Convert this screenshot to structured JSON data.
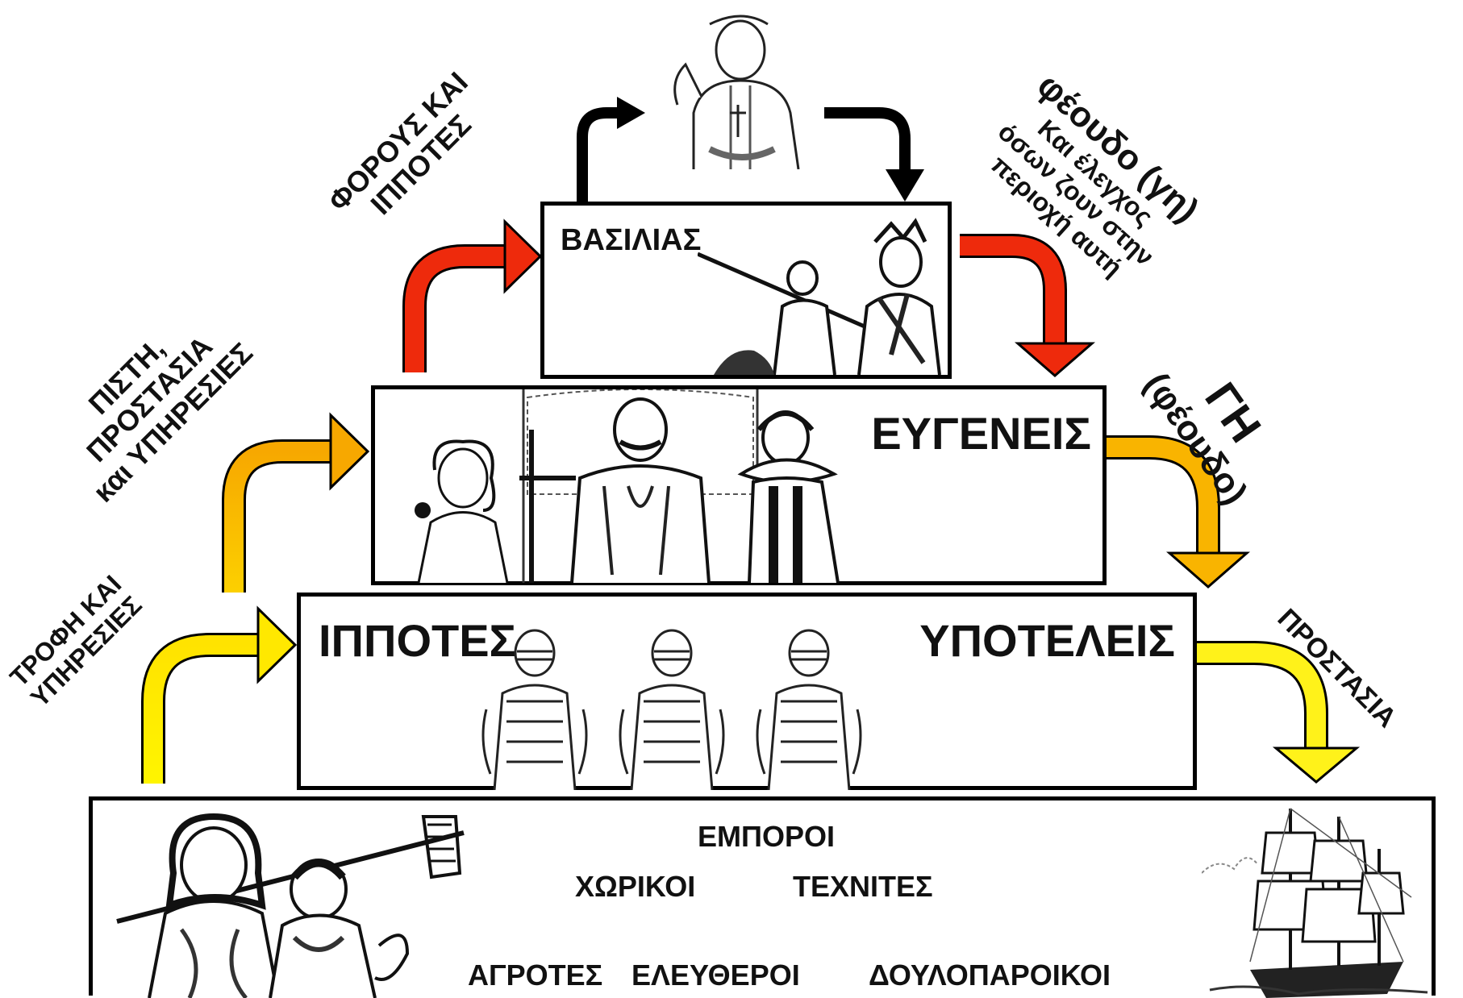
{
  "tiers": {
    "king": {
      "title": "ΒΑΣΙΛΙΑΣ"
    },
    "nobles": {
      "title": "ΕΥΓΕΝΕΙΣ"
    },
    "knights": {
      "left": "ΙΠΠΟΤΕΣ",
      "right": "ΥΠΟΤΕΛΕΙΣ"
    },
    "commoners": {
      "line1": "ΕΜΠΟΡΟΙ",
      "line2a": "ΧΩΡΙΚΟΙ",
      "line2b": "ΤΕΧΝΙΤΕΣ",
      "line3a": "ΑΓΡΟΤΕΣ",
      "line3b": "ΕΛΕΥΘΕΡΟΙ",
      "line3c": "ΔΟΥΛΟΠΑΡΟΙΚΟΙ"
    }
  },
  "left_labels": {
    "taxes": [
      "ΦΟΡΟΥΣ ΚΑΙ",
      "ΙΠΠΟΤΕΣ"
    ],
    "loyalty": [
      "ΠΙΣΤΗ,",
      "ΠΡΟΣΤΑΣΙΑ",
      "και ΥΠΗΡΕΣΙΕΣ"
    ],
    "food": [
      "ΤΡΟΦΗ ΚΑΙ",
      "ΥΠΗΡΕΣΙΕΣ"
    ]
  },
  "right_labels": {
    "fief_title": "φέουδο (γη)",
    "fief_desc": [
      "Και έλεγχος",
      "όσων ζουν στην",
      "περιοχή αυτή"
    ],
    "land": "ΓΗ",
    "land_sub": "(φέουδο)",
    "protection": "ΠΡΟΣΤΑΣΙΑ"
  },
  "colors": {
    "black_arrow": "#000000",
    "red_arrow": "#ee2a0c",
    "orange_arrow": "#f9b400",
    "yellow_arrow": "#fff21a"
  }
}
